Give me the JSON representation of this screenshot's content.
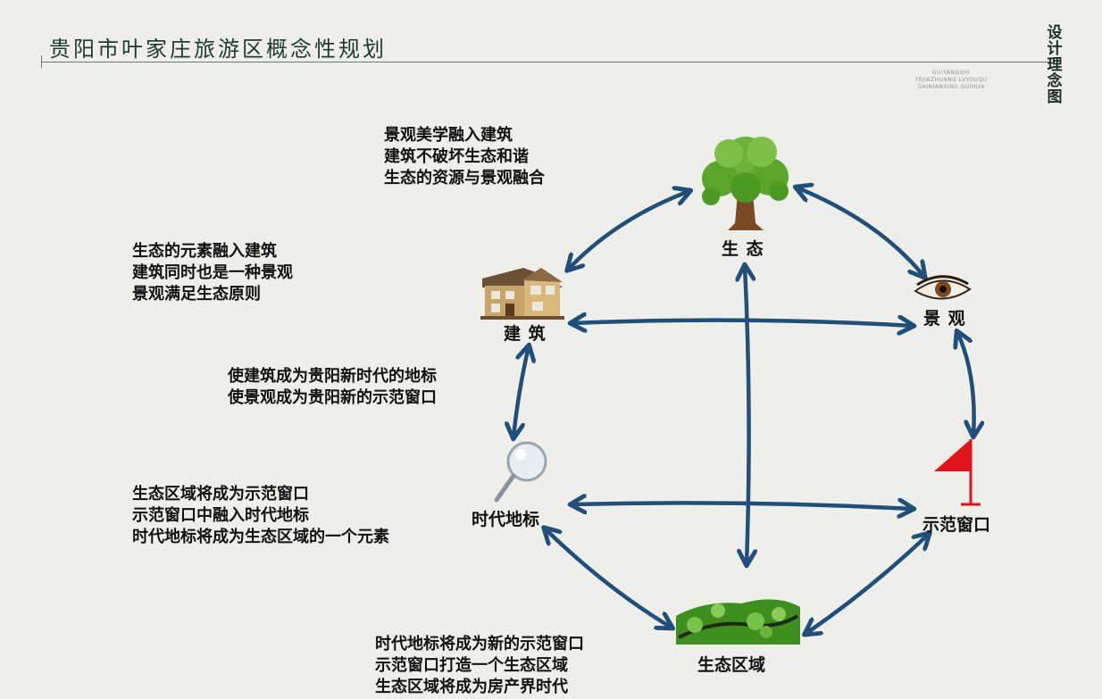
{
  "header": {
    "title": "贵阳市叶家庄旅游区概念性规划",
    "subtitle_lines": [
      "GUIYANGSHI",
      "YEJIAZHUANG LVYOUQU",
      "GAINIANXING GUIHUA"
    ],
    "side_label": [
      "设",
      "计",
      "理",
      "念",
      "图"
    ]
  },
  "nodes": {
    "ecology": {
      "label": "生 态",
      "icon": "tree-icon"
    },
    "architecture": {
      "label": "建 筑",
      "icon": "house-icon"
    },
    "landscape": {
      "label": "景 观",
      "icon": "eye-icon"
    },
    "landmark": {
      "label": "时代地标",
      "icon": "magnifier-icon"
    },
    "showcase": {
      "label": "示范窗口",
      "icon": "red-flag-icon"
    },
    "eco_zone": {
      "label": "生态区域",
      "icon": "green-hill-icon"
    }
  },
  "notes": {
    "top": [
      "景观美学融入建筑",
      "建筑不破坏生态和谐",
      "生态的资源与景观融合"
    ],
    "left_upper": [
      "生态的元素融入建筑",
      "建筑同时也是一种景观",
      "景观满足生态原则"
    ],
    "middle": [
      "使建筑成为贵阳新时代的地标",
      "使景观成为贵阳新的示范窗口"
    ],
    "left_lower": [
      "生态区域将成为示范窗口",
      "示范窗口中融入时代地标",
      "时代地标将成为生态区域的一个元素"
    ],
    "bottom": [
      "时代地标将成为新的示范窗口",
      "示范窗口打造一个生态区域",
      "生态区域将成为房产界时代"
    ]
  },
  "colors": {
    "arrow": "#1f4f7a",
    "title": "#1e3a2e",
    "flag": "#e0141c",
    "tree": "#5aa52a",
    "background": "#efefe9"
  }
}
